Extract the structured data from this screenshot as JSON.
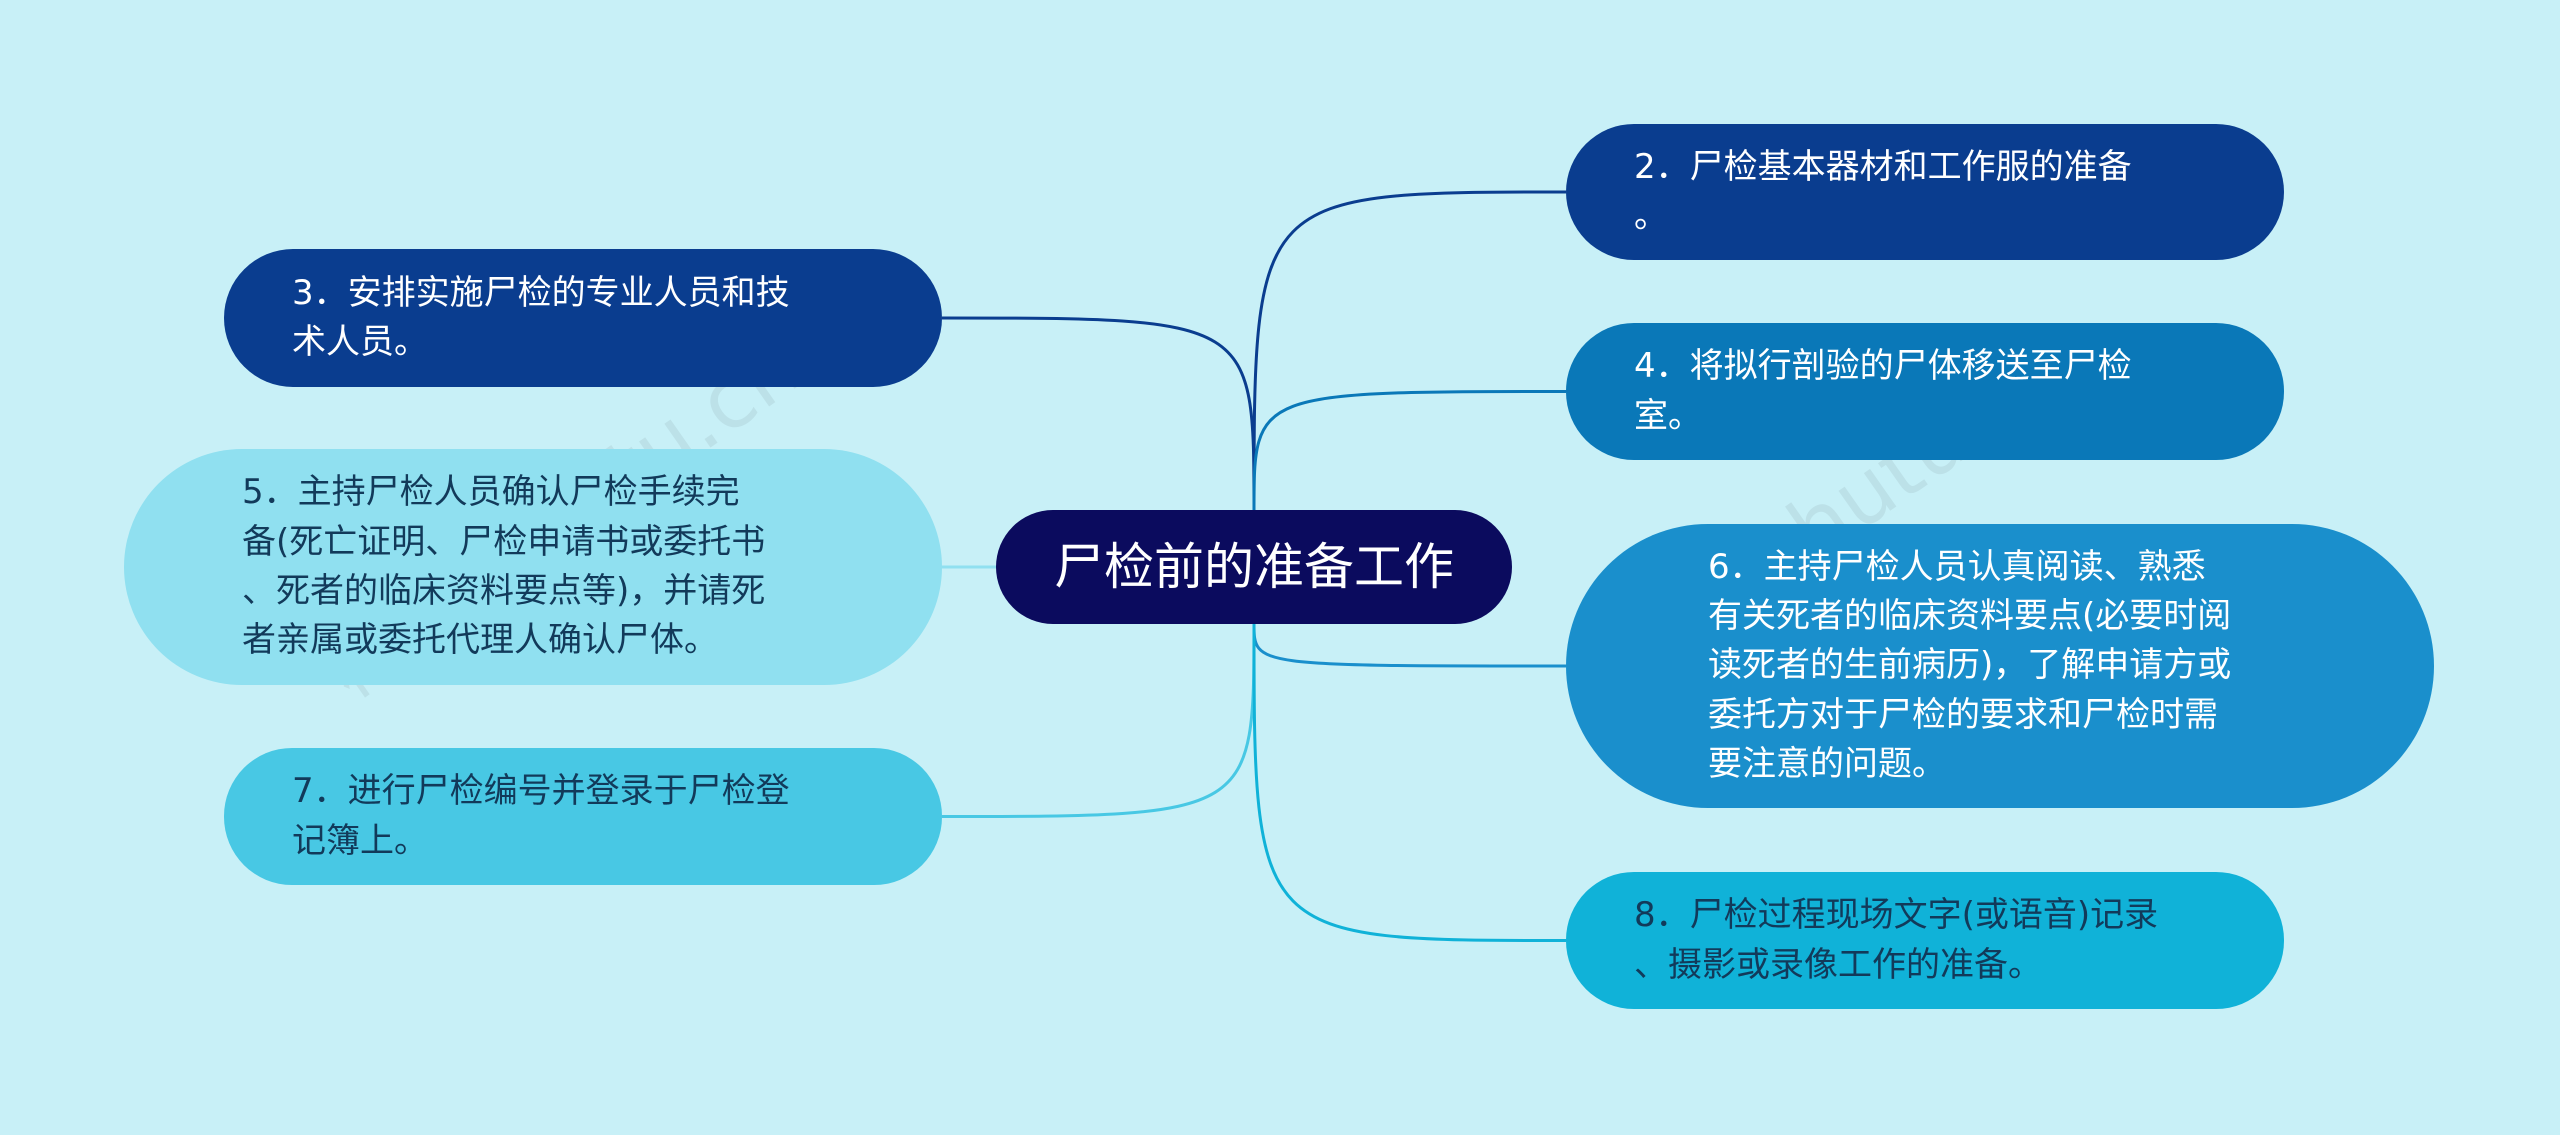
{
  "center": {
    "label": "尸检前的准备工作",
    "color": "#0b0b5e"
  },
  "nodes": [
    {
      "id": "2",
      "side": "right",
      "label": "2．尸检基本器材和工作服的准备\n。",
      "color": "#0a3d8f"
    },
    {
      "id": "3",
      "side": "left",
      "label": "3．安排实施尸检的专业人员和技\n术人员。",
      "color": "#0a3d8f"
    },
    {
      "id": "4",
      "side": "right",
      "label": "4．将拟行剖验的尸体移送至尸检\n室。",
      "color": "#0a78b8"
    },
    {
      "id": "5",
      "side": "left",
      "label": "5．主持尸检人员确认尸检手续完\n备(死亡证明、尸检申请书或委托书\n、死者的临床资料要点等)，并请死\n者亲属或委托代理人确认尸体。",
      "color": "#90e0f0"
    },
    {
      "id": "6",
      "side": "right",
      "label": "6．主持尸检人员认真阅读、熟悉\n有关死者的临床资料要点(必要时阅\n读死者的生前病历)，了解申请方或\n委托方对于尸检的要求和尸检时需\n要注意的问题。",
      "color": "#1a8fcc"
    },
    {
      "id": "7",
      "side": "left",
      "label": "7．进行尸检编号并登录于尸检登\n记簿上。",
      "color": "#48c8e4"
    },
    {
      "id": "8",
      "side": "right",
      "label": "8．尸检过程现场文字(或语音)记录\n、摄影或录像工作的准备。",
      "color": "#10b2d8"
    }
  ],
  "watermark": "树图 shutu.cn"
}
